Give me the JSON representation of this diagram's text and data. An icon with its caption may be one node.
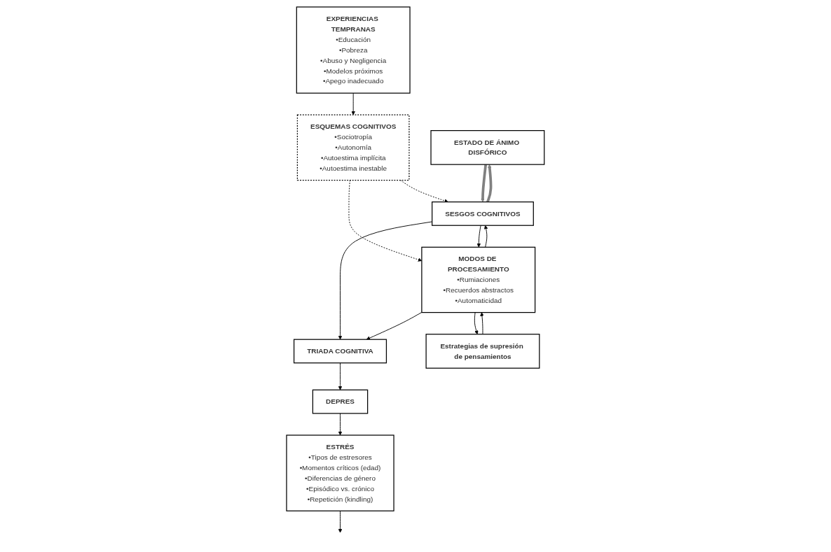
{
  "diagram": {
    "nodes": [
      {
        "text": [
          "ESTRÉS",
          "•Tipos de estresores",
          "•Momentos críticos (edad)",
          "•Diferencias de género",
          "•Episódico vs. crónico",
          "•Repetición (kindling)"
        ]
      },
      {
        "text": [
          "ESTADO DE ÁNIMO DISFÓRICO"
        ]
      },
      {
        "text": [
          "ESQUEMAS COGNITIVOS",
          "•Sociotropía",
          "•Autonomía",
          "•Autoestima implícita",
          "•Autoestima inestable"
        ]
      },
      {
        "text": [
          "SESGOS COGNITIVOS"
        ]
      },
      {
        "text": [
          "TRIADA COGNITIVA"
        ]
      },
      {
        "text": [
          "DEPRES"
        ]
      },
      {
        "text": [
          "MODOS DE PROCESAMIENTO",
          "•Rumiaciones",
          "•Recuerdos abstractos",
          "•Automaticidad"
        ]
      },
      {
        "text": [
          "Estrategias de supresión de pensamientos"
        ]
      },
      {
        "text": [
          "EXPERIENCIAS TEMPRANAS",
          "•Educación",
          "•Pobreza",
          "•Abuso y Negligencia",
          "•Modelos próximos",
          "•Apego inadecuado"
        ]
      }
    ],
    "edges": [
      {
        "from": 0,
        "to": null,
        "arrow": "to"
      },
      {
        "from": 2,
        "to": 3,
        "arrow": "to",
        "style": "dashed"
      },
      {
        "from": 2,
        "to": 6,
        "arrow": "to",
        "style": "dashed"
      },
      {
        "from": 3,
        "to": 1,
        "arrow": "to",
        "style": "thick",
        "color": "#808080"
      },
      {
        "from": 1,
        "to": 3,
        "arrow": "to",
        "style": "thick",
        "color": "#808080"
      },
      {
        "from": 3,
        "to": 6,
        "arrow": "to"
      },
      {
        "from": 6,
        "to": 3,
        "arrow": "to"
      },
      {
        "from": 3,
        "to": 4,
        "arrow": "to"
      },
      {
        "from": 6,
        "to": 4,
        "arrow": "to"
      },
      {
        "from": 4,
        "to": 5,
        "arrow": "to"
      },
      {
        "from": 5,
        "to": 0,
        "arrow": "to"
      },
      {
        "from": 7,
        "to": 6,
        "arrow": "to"
      },
      {
        "from": 6,
        "to": 7,
        "arrow": "to"
      },
      {
        "from": 8,
        "to": 2,
        "arrow": "to"
      }
    ]
  }
}
